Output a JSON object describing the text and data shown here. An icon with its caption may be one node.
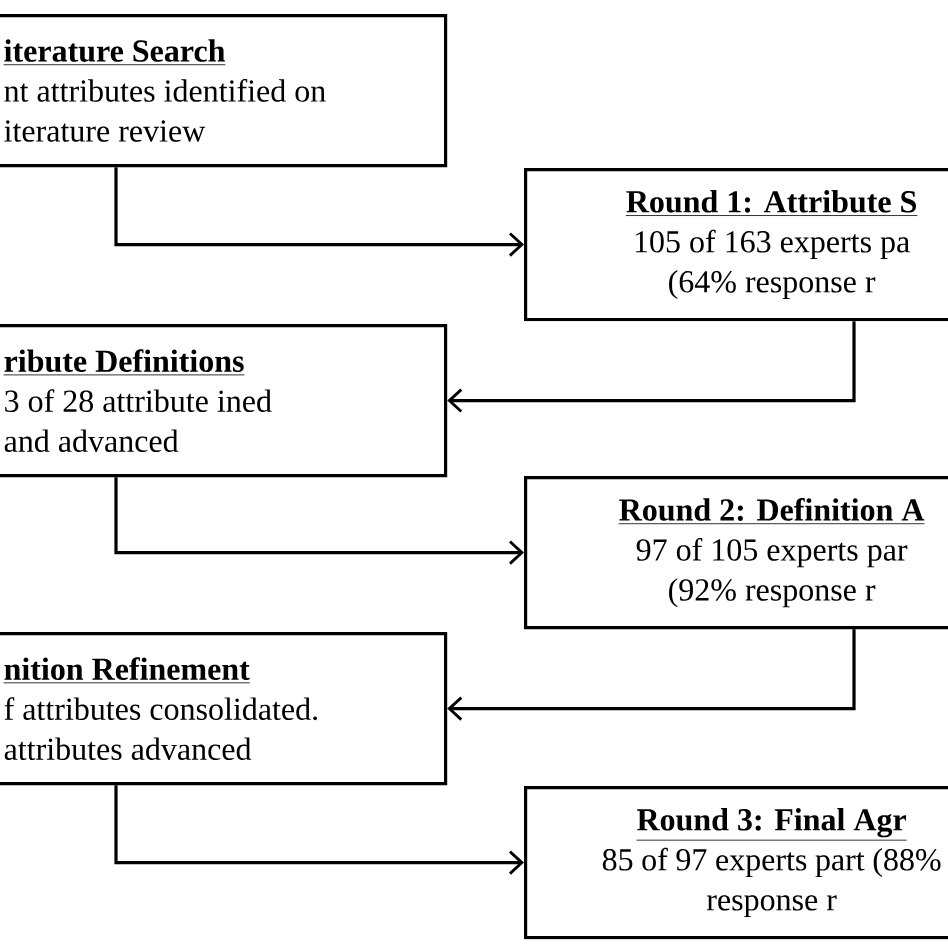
{
  "diagram": {
    "nodes": [
      {
        "text": [
          "iterature Search",
          "nt attributes identified on iterature review"
        ]
      },
      {
        "text": [
          "Round 1: Attribute S",
          "105 of 163 experts pa (64% response r"
        ]
      },
      {
        "text": [
          "ribute Definitions",
          "3 of 28 attribute ined and advanced"
        ]
      },
      {
        "text": [
          "Round 2: Definition A",
          "97 of 105 experts par (92% response r"
        ]
      },
      {
        "text": [
          "nition Refinement",
          "f attributes consolidated. attributes advanced"
        ]
      },
      {
        "text": [
          "Round 3: Final Agr",
          "85 of 97 experts part (88% response r"
        ]
      }
    ],
    "edges": [
      {
        "from": 0,
        "to": 1,
        "arrow": "to"
      },
      {
        "from": 1,
        "to": 2,
        "arrow": "to"
      },
      {
        "from": 2,
        "to": 3,
        "arrow": "to"
      },
      {
        "from": 3,
        "to": 4,
        "arrow": "to"
      },
      {
        "from": 4,
        "to": 5,
        "arrow": "to"
      }
    ]
  }
}
